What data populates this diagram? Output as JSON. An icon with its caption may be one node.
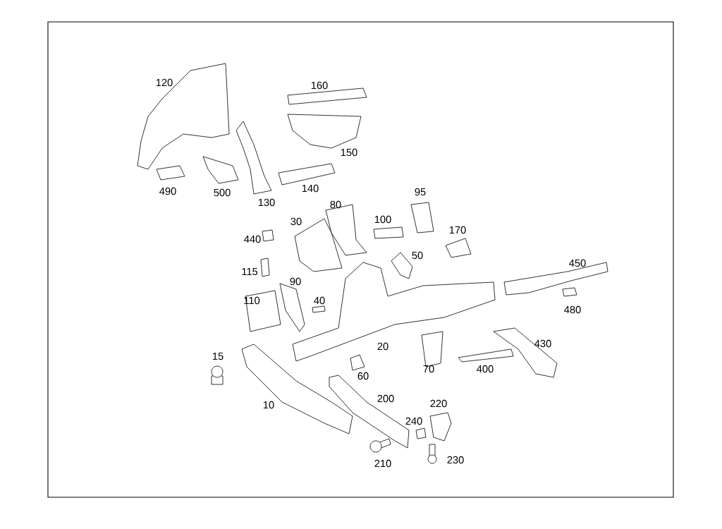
{
  "diagram": {
    "labels": [
      "120",
      "160",
      "150",
      "140",
      "490",
      "95",
      "500",
      "130",
      "80",
      "100",
      "30",
      "170",
      "440",
      "50",
      "450",
      "115",
      "90",
      "40",
      "110",
      "480",
      "430",
      "20",
      "15",
      "70",
      "400",
      "60",
      "200",
      "220",
      "10",
      "240",
      "230",
      "210"
    ]
  }
}
